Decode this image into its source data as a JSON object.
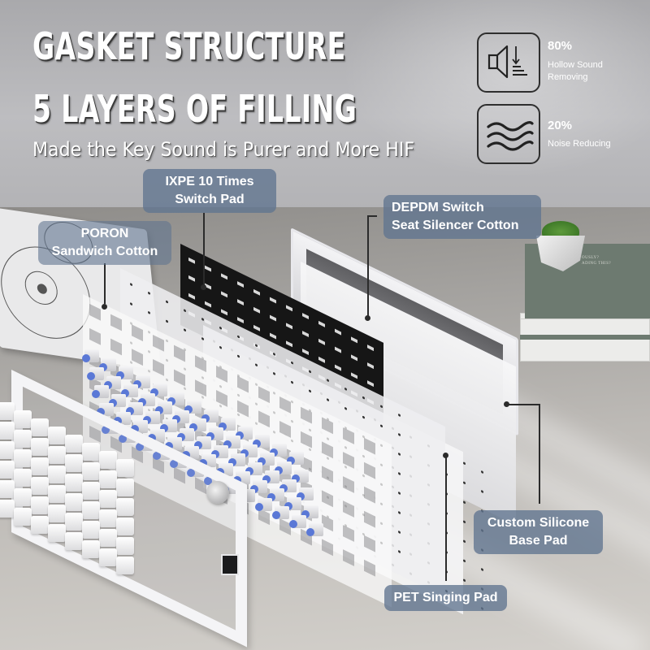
{
  "headline": {
    "line1": "GASKET STRUCTURE",
    "line2": "5 LAYERS OF FILLING",
    "subtitle": "Made the Key Sound is Purer and More HIF"
  },
  "stats": [
    {
      "icon": "speaker-muted-icon",
      "value": "80%",
      "label_line1": "Hollow Sound",
      "label_line2": "Removing"
    },
    {
      "icon": "sound-waves-icon",
      "value": "20%",
      "label_line1": "Noise Reducing",
      "label_line2": ""
    }
  ],
  "callouts": {
    "ixpe": {
      "line1": "IXPE 10 Times",
      "line2": "Switch Pad"
    },
    "poron": {
      "line1": "PORON",
      "line2": "Sandwich Cotton"
    },
    "depdm": {
      "line1": "DEPDM Switch",
      "line2": "Seat Silencer Cotton"
    },
    "silicone": {
      "line1": "Custom Silicone",
      "line2": "Base Pad"
    },
    "pet": {
      "line1": "PET Singing Pad"
    }
  },
  "book_text": {
    "line1": "OUSLY?",
    "line2": "ADING THIS?"
  },
  "colors": {
    "callout_bg": "#607490",
    "switch_blue": "#5a78d6",
    "ixpe_black": "#161616",
    "book_green": "#6d7a70"
  }
}
